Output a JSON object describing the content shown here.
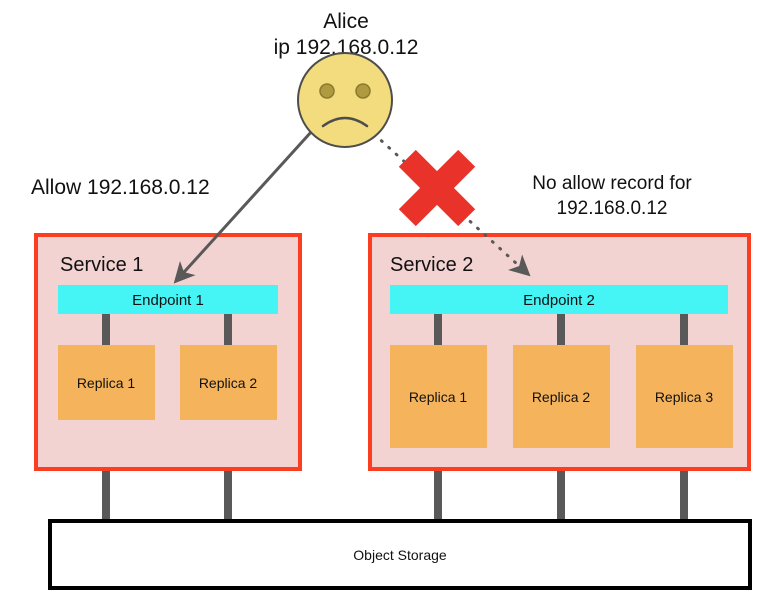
{
  "diagram": {
    "title_note": "Network allow-list access diagram",
    "actor": {
      "name": "Alice",
      "ip_line": "ip 192.168.0.12",
      "face_icon": "sad-face-icon",
      "face_fill": "#F2DC7E",
      "face_stroke": "#5C5C5C",
      "eye_fill": "#B09A3F"
    },
    "annotations": {
      "allow_label": "Allow 192.168.0.12",
      "deny_label_line1": "No allow record for",
      "deny_label_line2": "192.168.0.12",
      "deny_icon": "red-cross-icon",
      "deny_icon_color": "#E8322A"
    },
    "colors": {
      "service_border": "#FC3D21",
      "service_fill": "#F2D3D1",
      "endpoint_fill": "#45F5F5",
      "replica_fill": "#F5B45C",
      "connector": "#595959",
      "arrow": "#595959",
      "storage_border": "#000000",
      "storage_fill": "#FFFFFF",
      "text": "#111111"
    },
    "services": [
      {
        "id": "service-1",
        "title": "Service 1",
        "endpoint": "Endpoint 1",
        "access": "allowed",
        "replicas": [
          "Replica 1",
          "Replica 2"
        ]
      },
      {
        "id": "service-2",
        "title": "Service 2",
        "endpoint": "Endpoint 2",
        "access": "denied",
        "replicas": [
          "Replica 1",
          "Replica 2",
          "Replica 3"
        ]
      }
    ],
    "storage": {
      "label": "Object Storage"
    },
    "edges": [
      {
        "from": "alice",
        "to": "endpoint-1",
        "style": "solid",
        "meaning": "allowed-request"
      },
      {
        "from": "alice",
        "to": "endpoint-2",
        "style": "dotted",
        "meaning": "blocked-request"
      }
    ]
  }
}
